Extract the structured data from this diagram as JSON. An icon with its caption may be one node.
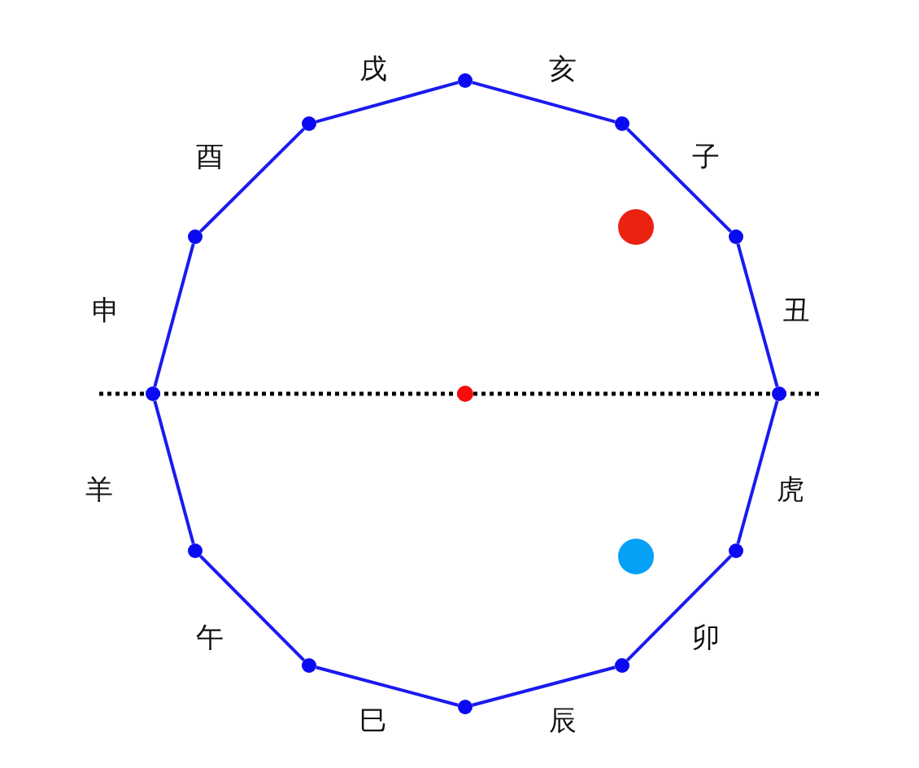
{
  "diagram": {
    "nodes": [
      {
        "text": [],
        "shape": "circle"
      },
      {
        "text": [],
        "shape": "circle"
      },
      {
        "text": [],
        "shape": "circle"
      },
      {
        "text": [],
        "shape": "circle"
      },
      {
        "text": [],
        "shape": "circle"
      },
      {
        "text": [],
        "shape": "circle"
      },
      {
        "text": [],
        "shape": "circle"
      },
      {
        "text": [],
        "shape": "circle"
      },
      {
        "text": [],
        "shape": "circle"
      },
      {
        "text": [],
        "shape": "circle"
      },
      {
        "text": [],
        "shape": "circle"
      },
      {
        "text": [],
        "shape": "circle"
      },
      {
        "text": [],
        "shape": "circle"
      },
      {
        "text": [],
        "shape": "circle"
      },
      {
        "text": [],
        "shape": "circle"
      }
    ],
    "edges": [
      {
        "from": 0,
        "to": 2,
        "arrow": "none"
      },
      {
        "from": 2,
        "to": 5,
        "arrow": "none"
      },
      {
        "from": 5,
        "to": 8,
        "arrow": "none"
      },
      {
        "from": 8,
        "to": 10,
        "arrow": "none"
      },
      {
        "from": 10,
        "to": 13,
        "arrow": "none"
      },
      {
        "from": 13,
        "to": 14,
        "arrow": "none"
      },
      {
        "from": 14,
        "to": 12,
        "arrow": "none"
      },
      {
        "from": 12,
        "to": 9,
        "arrow": "none"
      },
      {
        "from": 9,
        "to": 6,
        "arrow": "none"
      },
      {
        "from": 6,
        "to": 4,
        "arrow": "none"
      },
      {
        "from": 4,
        "to": 1,
        "arrow": "none"
      },
      {
        "from": 1,
        "to": 0,
        "arrow": "none"
      }
    ],
    "labels": [
      "戌",
      "亥",
      "酉",
      "子",
      "申",
      "丑",
      "羊",
      "虎",
      "午",
      "卯",
      "巳",
      "辰"
    ]
  }
}
